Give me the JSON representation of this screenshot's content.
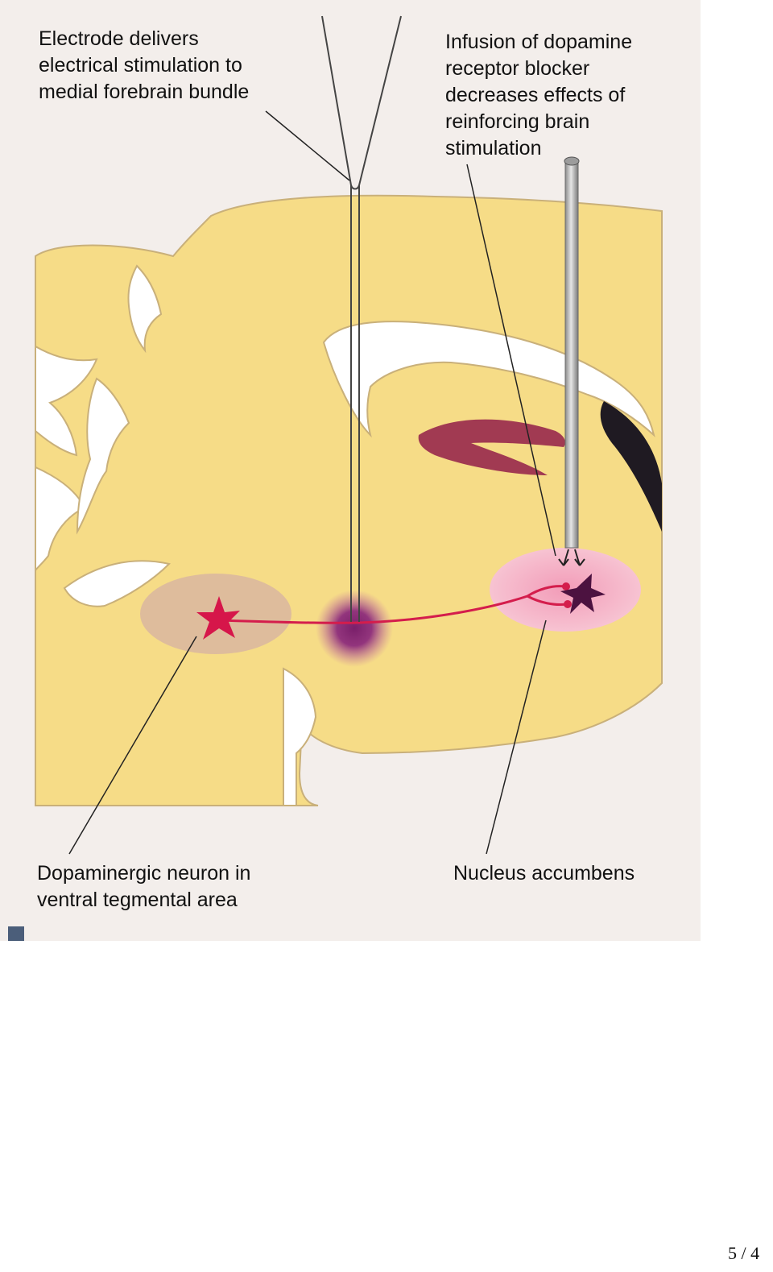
{
  "labels": {
    "electrode": [
      "Electrode delivers",
      "electrical stimulation to",
      "medial forebrain bundle"
    ],
    "blocker": [
      "Infusion of dopamine",
      "receptor blocker",
      "decreases effects of",
      "reinforcing brain",
      "stimulation"
    ],
    "vta": [
      "Dopaminergic neuron in",
      "ventral tegmental area"
    ],
    "nacc": [
      "Nucleus accumbens"
    ]
  },
  "page_number": "5 / 4",
  "colors": {
    "brain_tissue": "#f6dc87",
    "brain_outline": "#c9b07a",
    "background_scan": "#f3eeeb",
    "neuron": "#d6164a",
    "axon": "#d41d4c",
    "stimulation_site": "#8d2c7c",
    "vta_region": "#d9b6a0",
    "nacc_region": "#f5b5c8",
    "nacc_neuron": "#4c1240",
    "hippocampus": "#a13a52",
    "ventricle": "#1f1a22",
    "cannula": "#bdbdbd"
  }
}
